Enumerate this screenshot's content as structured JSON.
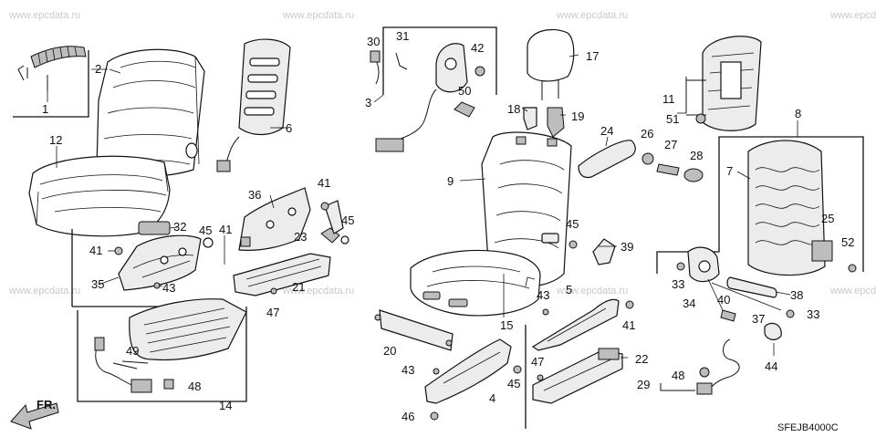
{
  "watermark": "www.epcdata.ru",
  "diagram_code": "SFEJB4000C",
  "direction_label": "FR.",
  "callouts": {
    "c1": "1",
    "c2": "2",
    "c3": "3",
    "c4": "4",
    "c5": "5",
    "c6": "6",
    "c7": "7",
    "c8": "8",
    "c9": "9",
    "c11": "11",
    "c12": "12",
    "c14": "14",
    "c15": "15",
    "c17": "17",
    "c18": "18",
    "c19": "19",
    "c20": "20",
    "c21": "21",
    "c22": "22",
    "c23": "23",
    "c24": "24",
    "c25": "25",
    "c26": "26",
    "c27": "27",
    "c28": "28",
    "c29": "29",
    "c30": "30",
    "c31": "31",
    "c32": "32",
    "c33": "33",
    "c34": "34",
    "c35": "35",
    "c36": "36",
    "c37": "37",
    "c38": "38",
    "c39": "39",
    "c40": "40",
    "c41": "41",
    "c42": "42",
    "c43": "43",
    "c44": "44",
    "c45": "45",
    "c46": "46",
    "c47": "47",
    "c48": "48",
    "c49": "49",
    "c50": "50",
    "c51": "51",
    "c52": "52"
  }
}
